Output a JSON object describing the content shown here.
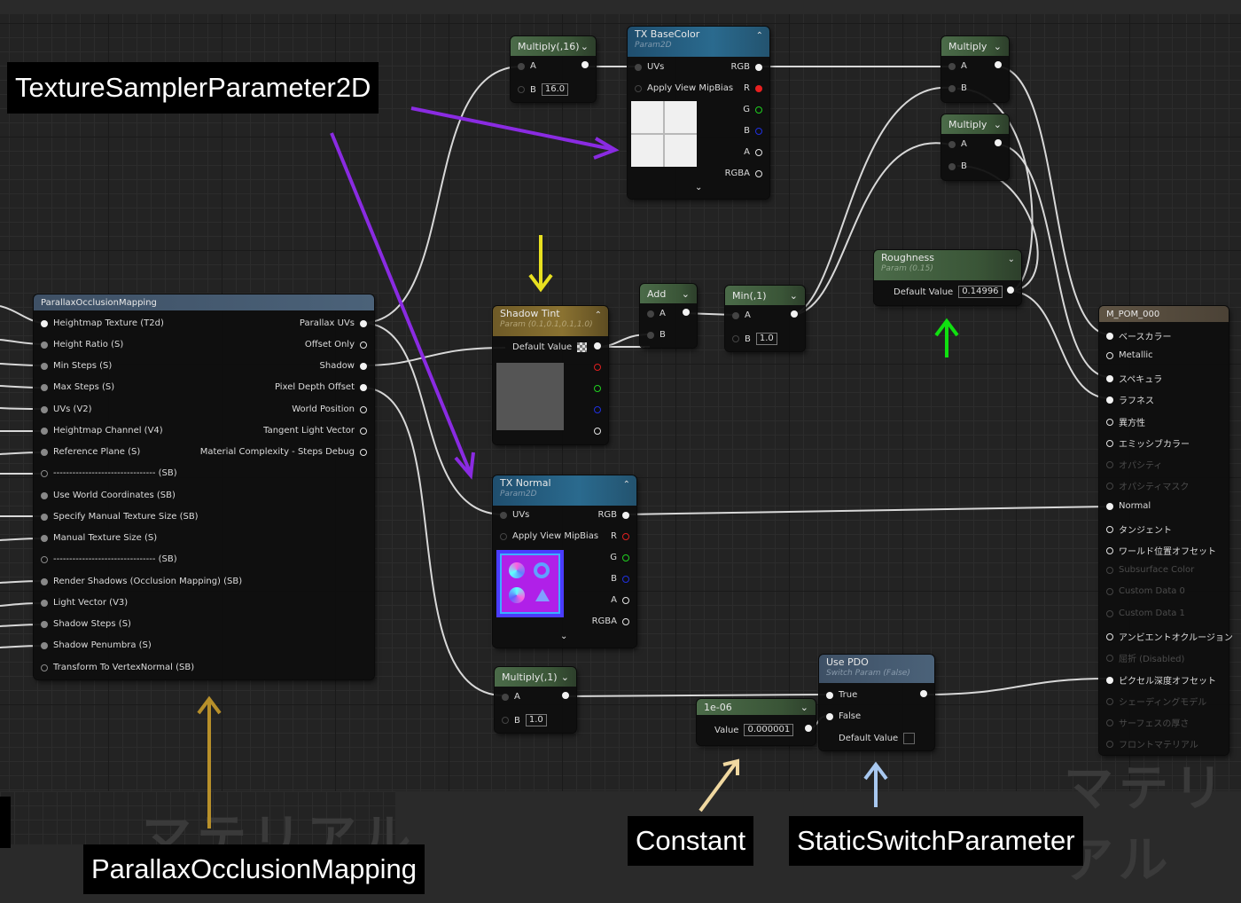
{
  "captions": {
    "tsp2d": "TextureSamplerParameter2D",
    "pom": "ParallaxOcclusionMapping",
    "constant": "Constant",
    "ssp": "StaticSwitchParameter"
  },
  "watermark": "マテリアル",
  "nodes": {
    "multiply16": {
      "title": "Multiply(,16)",
      "a": "A",
      "b": "B",
      "b_value": "16.0"
    },
    "tx_basecolor": {
      "title": "TX BaseColor",
      "subtitle": "Param2D",
      "uvs": "UVs",
      "mip": "Apply View MipBias",
      "outs": [
        "RGB",
        "R",
        "G",
        "B",
        "A",
        "RGBA"
      ]
    },
    "multiply_top": {
      "title": "Multiply",
      "a": "A",
      "b": "B"
    },
    "multiply_mid": {
      "title": "Multiply",
      "a": "A",
      "b": "B"
    },
    "roughness": {
      "title": "Roughness",
      "subtitle": "Param (0.15)",
      "label": "Default Value",
      "value": "0.14996"
    },
    "shadow_tint": {
      "title": "Shadow Tint",
      "subtitle": "Param (0.1,0.1,0.1,1.0)",
      "label": "Default Value"
    },
    "add": {
      "title": "Add",
      "a": "A",
      "b": "B"
    },
    "min1": {
      "title": "Min(,1)",
      "a": "A",
      "b": "B",
      "b_value": "1.0"
    },
    "pom": {
      "title": "ParallaxOcclusionMapping",
      "inputs": [
        "Heightmap Texture (T2d)",
        "Height Ratio (S)",
        "Min Steps (S)",
        "Max Steps (S)",
        "UVs (V2)",
        "Heightmap Channel (V4)",
        "Reference Plane (S)",
        "-------------------------------- (SB)",
        "Use World Coordinates (SB)",
        "Specify Manual Texture Size (SB)",
        "Manual Texture Size (S)",
        "-------------------------------- (SB)",
        "Render Shadows (Occlusion Mapping) (SB)",
        "Light Vector (V3)",
        "Shadow Steps (S)",
        "Shadow Penumbra (S)",
        "Transform To VertexNormal (SB)"
      ],
      "outputs": [
        "Parallax UVs",
        "Offset Only",
        "Shadow",
        "Pixel Depth Offset",
        "World Position",
        "Tangent Light Vector",
        "Material Complexity - Steps Debug"
      ]
    },
    "tx_normal": {
      "title": "TX Normal",
      "subtitle": "Param2D",
      "uvs": "UVs",
      "mip": "Apply View MipBias",
      "outs": [
        "RGB",
        "R",
        "G",
        "B",
        "A",
        "RGBA"
      ]
    },
    "multiply1": {
      "title": "Multiply(,1)",
      "a": "A",
      "b": "B",
      "b_value": "1.0"
    },
    "const": {
      "title": "1e-06",
      "label": "Value",
      "value": "0.000001"
    },
    "use_pdo": {
      "title": "Use PDO",
      "subtitle": "Switch Param (False)",
      "true": "True",
      "false": "False",
      "label": "Default Value"
    },
    "material": {
      "title": "M_POM_000",
      "pins": [
        "ベースカラー",
        "Metallic",
        "スペキュラ",
        "ラフネス",
        "異方性",
        "エミッシブカラー",
        "オパシティ",
        "オパシティマスク",
        "Normal",
        "タンジェント",
        "ワールド位置オフセット",
        "Subsurface Color",
        "Custom Data 0",
        "Custom Data 1",
        "アンビエントオクルージョン",
        "屈折 (Disabled)",
        "ピクセル深度オフセット",
        "シェーディングモデル",
        "サーフェスの厚さ",
        "フロントマテリアル"
      ]
    }
  },
  "colors": {
    "purple_arrow": "#8a2be2",
    "yellow_arrow": "#e8e020",
    "green_arrow": "#10e010",
    "gold_arrow": "#b8902a",
    "beige_arrow": "#f0d8a0",
    "blue_arrow": "#a8c8f0"
  }
}
